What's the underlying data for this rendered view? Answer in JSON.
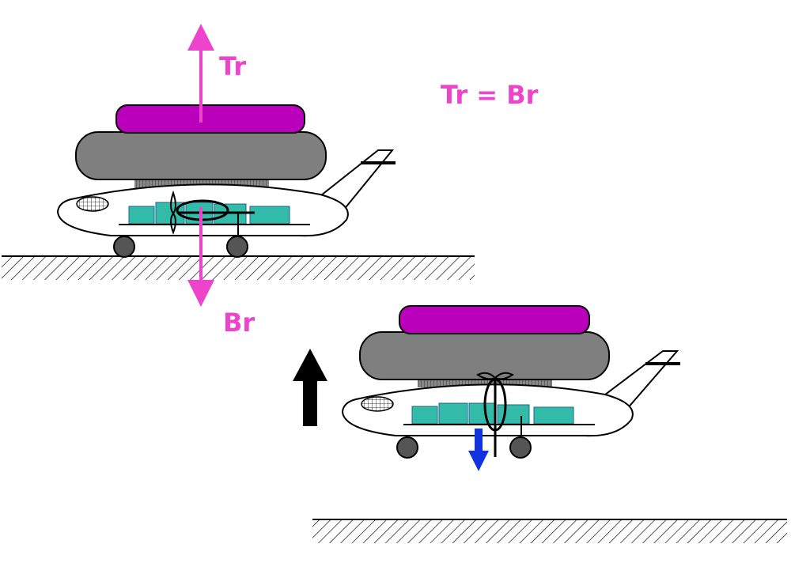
{
  "labels": {
    "thrust": "Tr",
    "weight": "Br",
    "equation": "Tr = Br"
  },
  "colors": {
    "force_arrow": "#ee44cc",
    "label": "#ee44cc",
    "top_ring": "#bb00bb",
    "gray_ring": "#7f7f7f",
    "cargo": "#33bbaa",
    "down_arrow": "#1133dd",
    "up_arrow": "#000000"
  },
  "icons": {
    "lift_direction": "up-arrow-icon",
    "sinking_direction": "down-arrow-icon"
  }
}
